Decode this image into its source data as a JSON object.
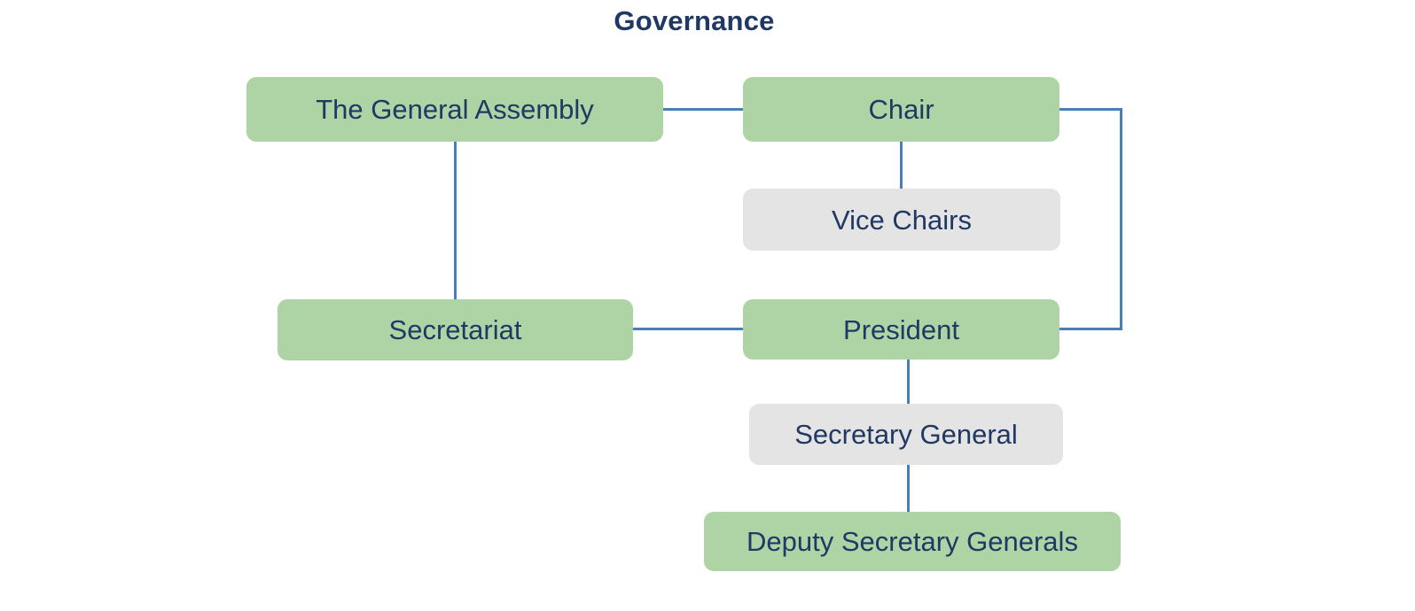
{
  "title": "Governance",
  "colors": {
    "node_green": "#aed4a5",
    "node_grey": "#e4e4e4",
    "text": "#1f3864",
    "connector": "#4a7ebb",
    "background": "#ffffff"
  },
  "chart_data": {
    "type": "diagram",
    "title": "Governance",
    "diagram_kind": "organizational-chart",
    "nodes": [
      {
        "id": "general-assembly",
        "label": "The General Assembly",
        "style": "green",
        "row": 1,
        "column": "left"
      },
      {
        "id": "chair",
        "label": "Chair",
        "style": "green",
        "row": 1,
        "column": "right"
      },
      {
        "id": "vice-chairs",
        "label": "Vice Chairs",
        "style": "grey",
        "row": 2,
        "column": "right"
      },
      {
        "id": "secretariat",
        "label": "Secretariat",
        "style": "green",
        "row": 3,
        "column": "left"
      },
      {
        "id": "president",
        "label": "President",
        "style": "green",
        "row": 3,
        "column": "right"
      },
      {
        "id": "secretary-general",
        "label": "Secretary General",
        "style": "grey",
        "row": 4,
        "column": "right"
      },
      {
        "id": "deputy-sgs",
        "label": "Deputy Secretary Generals",
        "style": "green",
        "row": 5,
        "column": "right"
      }
    ],
    "edges": [
      {
        "from": "general-assembly",
        "to": "chair",
        "kind": "horizontal"
      },
      {
        "from": "general-assembly",
        "to": "secretariat",
        "kind": "vertical"
      },
      {
        "from": "chair",
        "to": "vice-chairs",
        "kind": "vertical"
      },
      {
        "from": "chair",
        "to": "president",
        "kind": "elbow-right"
      },
      {
        "from": "secretariat",
        "to": "president",
        "kind": "horizontal"
      },
      {
        "from": "president",
        "to": "secretary-general",
        "kind": "vertical"
      },
      {
        "from": "secretary-general",
        "to": "deputy-sgs",
        "kind": "vertical"
      }
    ]
  }
}
